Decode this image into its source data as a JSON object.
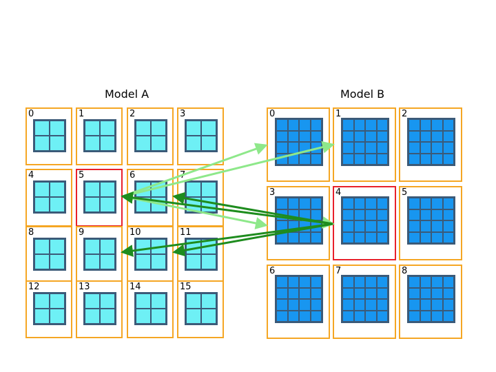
{
  "model_a": {
    "title": "Model A",
    "grid_color": "#6ef0f5",
    "cells": [
      "0",
      "1",
      "2",
      "3",
      "4",
      "5",
      "6",
      "7",
      "8",
      "9",
      "10",
      "11",
      "12",
      "13",
      "14",
      "15"
    ],
    "highlighted": "5"
  },
  "model_b": {
    "title": "Model B",
    "grid_color": "#1896f0",
    "cells": [
      "0",
      "1",
      "2",
      "3",
      "4",
      "5",
      "6",
      "7",
      "8"
    ],
    "highlighted": "4"
  },
  "colors": {
    "cell_border": "#f5a623",
    "highlight_border": "#e8202a",
    "arrow_light": "#8ee88a",
    "arrow_dark": "#1e8c1e"
  }
}
